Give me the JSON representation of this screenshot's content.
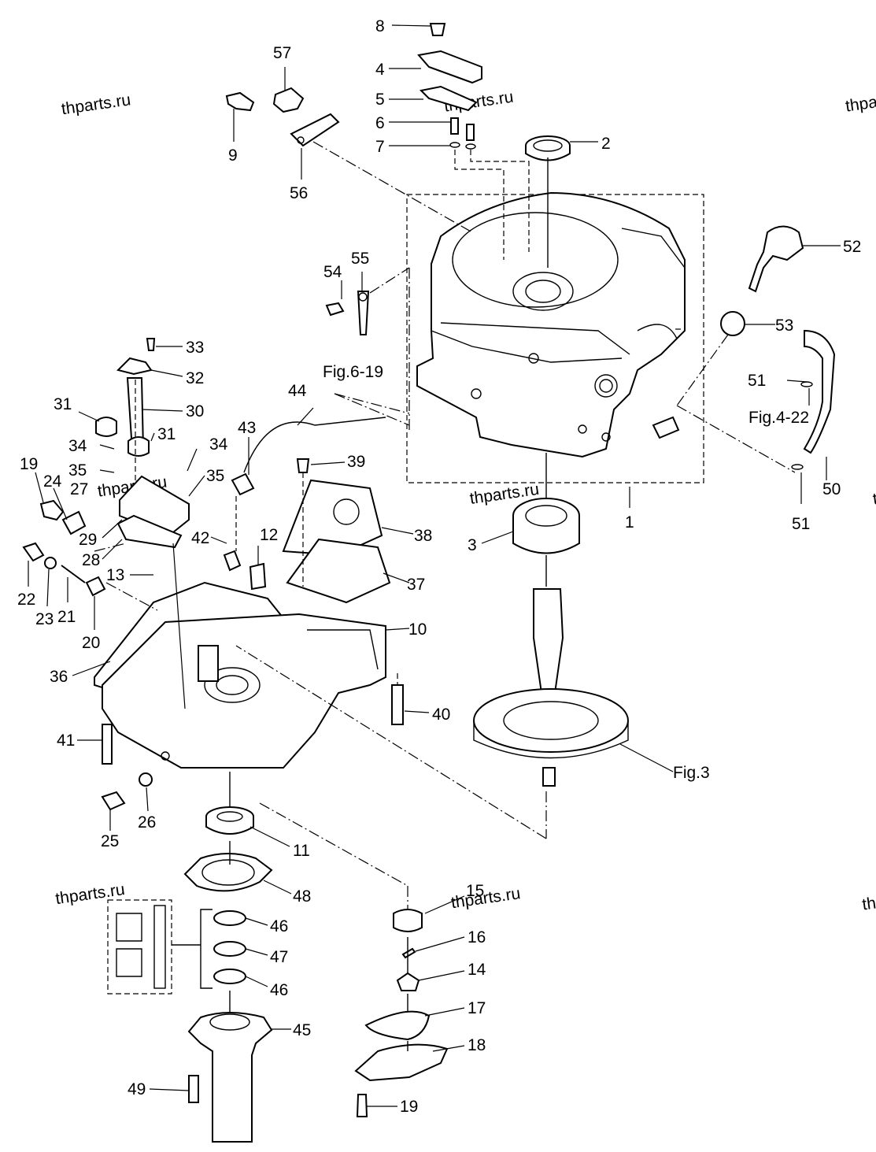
{
  "watermark": "thparts.ru",
  "labels": [
    {
      "id": "8",
      "text": "8"
    },
    {
      "id": "4",
      "text": "4"
    },
    {
      "id": "5",
      "text": "5"
    },
    {
      "id": "6",
      "text": "6"
    },
    {
      "id": "7",
      "text": "7"
    },
    {
      "id": "2",
      "text": "2"
    },
    {
      "id": "57",
      "text": "57"
    },
    {
      "id": "9",
      "text": "9"
    },
    {
      "id": "56",
      "text": "56"
    },
    {
      "id": "52",
      "text": "52"
    },
    {
      "id": "53",
      "text": "53"
    },
    {
      "id": "54",
      "text": "54"
    },
    {
      "id": "55",
      "text": "55"
    },
    {
      "id": "33",
      "text": "33"
    },
    {
      "id": "32",
      "text": "32"
    },
    {
      "id": "31a",
      "text": "31"
    },
    {
      "id": "30",
      "text": "30"
    },
    {
      "id": "31b",
      "text": "31"
    },
    {
      "id": "44",
      "text": "44"
    },
    {
      "id": "fig6",
      "text": "Fig.6-19"
    },
    {
      "id": "51a",
      "text": "51"
    },
    {
      "id": "fig4",
      "text": "Fig.4-22"
    },
    {
      "id": "43",
      "text": "43"
    },
    {
      "id": "34a",
      "text": "34"
    },
    {
      "id": "35a",
      "text": "35"
    },
    {
      "id": "34b",
      "text": "34"
    },
    {
      "id": "35b",
      "text": "35"
    },
    {
      "id": "39",
      "text": "39"
    },
    {
      "id": "19a",
      "text": "19"
    },
    {
      "id": "24",
      "text": "24"
    },
    {
      "id": "27",
      "text": "27"
    },
    {
      "id": "50",
      "text": "50"
    },
    {
      "id": "1",
      "text": "1"
    },
    {
      "id": "51b",
      "text": "51"
    },
    {
      "id": "3",
      "text": "3"
    },
    {
      "id": "38",
      "text": "38"
    },
    {
      "id": "42",
      "text": "42"
    },
    {
      "id": "12",
      "text": "12"
    },
    {
      "id": "29",
      "text": "29"
    },
    {
      "id": "28",
      "text": "28"
    },
    {
      "id": "13",
      "text": "13"
    },
    {
      "id": "37",
      "text": "37"
    },
    {
      "id": "22",
      "text": "22"
    },
    {
      "id": "23",
      "text": "23"
    },
    {
      "id": "21",
      "text": "21"
    },
    {
      "id": "20",
      "text": "20"
    },
    {
      "id": "10",
      "text": "10"
    },
    {
      "id": "36",
      "text": "36"
    },
    {
      "id": "40",
      "text": "40"
    },
    {
      "id": "41",
      "text": "41"
    },
    {
      "id": "fig3",
      "text": "Fig.3"
    },
    {
      "id": "26",
      "text": "26"
    },
    {
      "id": "25",
      "text": "25"
    },
    {
      "id": "11",
      "text": "11"
    },
    {
      "id": "48",
      "text": "48"
    },
    {
      "id": "15",
      "text": "15"
    },
    {
      "id": "46a",
      "text": "46"
    },
    {
      "id": "16",
      "text": "16"
    },
    {
      "id": "47",
      "text": "47"
    },
    {
      "id": "14",
      "text": "14"
    },
    {
      "id": "46b",
      "text": "46"
    },
    {
      "id": "17",
      "text": "17"
    },
    {
      "id": "45",
      "text": "45"
    },
    {
      "id": "18",
      "text": "18"
    },
    {
      "id": "49",
      "text": "49"
    },
    {
      "id": "19b",
      "text": "19"
    }
  ]
}
